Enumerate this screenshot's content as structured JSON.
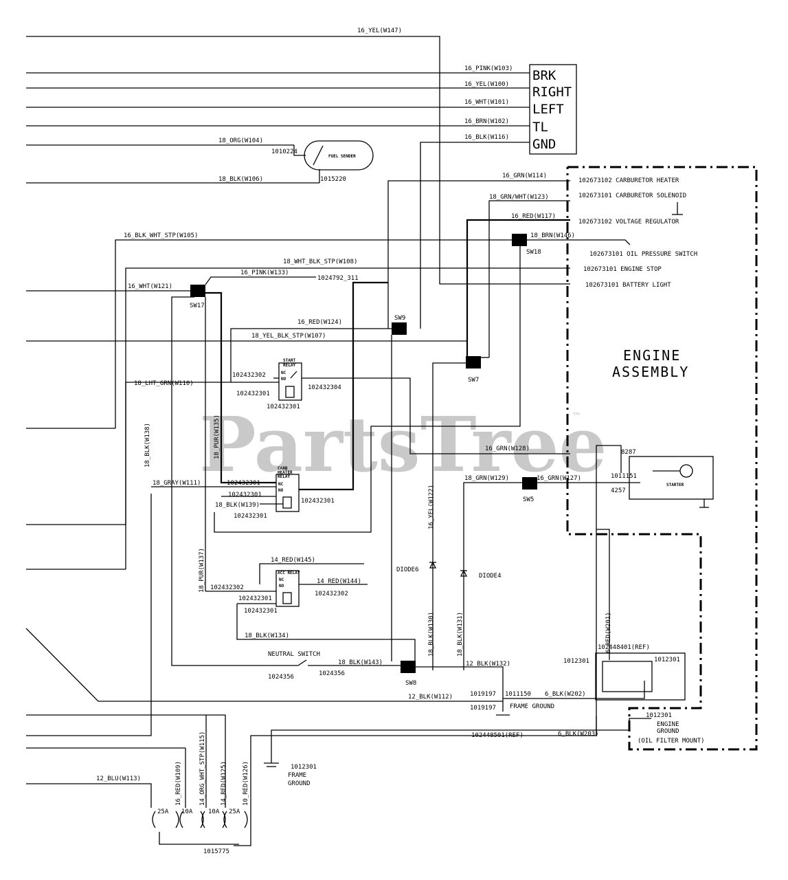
{
  "watermark": {
    "text": "PartsTree",
    "tm": "™"
  },
  "connector": {
    "labels": [
      "BRK",
      "RIGHT",
      "LEFT",
      "TL",
      "GND"
    ]
  },
  "engine_assembly": {
    "title_line1": "ENGINE",
    "title_line2": "ASSEMBLY",
    "items": [
      "102673102 CARBURETOR HEATER",
      "102673101 CARBURETOR SOLENOID",
      "102673102 VOLTAGE REGULATOR",
      "102673101 OIL PRESSURE SWITCH",
      "102673101  ENGINE STOP",
      "102673101 BATTERY LIGHT"
    ]
  },
  "wire_labels": {
    "w147": "16_YEL(W147)",
    "w103": "16_PINK(W103)",
    "w100": "16_YEL(W100)",
    "w101": "16_WHT(W101)",
    "w102": "16_BRN(W102)",
    "w116": "16_BLK(W116)",
    "w104": "18_ORG(W104)",
    "w106": "18_BLK(W106)",
    "w114": "16_GRN(W114)",
    "w123": "18_GRN/WHT(W123)",
    "w117": "16_RED(W117)",
    "w105": "16_BLK_WHT_STP(W105)",
    "w146": "18_BRN(W146)",
    "w108": "18_WHT_BLK_STP(W108)",
    "w121": "16_WHT(W121)",
    "w133": "16_PINK(W133)",
    "w124": "16_RED(W124)",
    "w107": "18_YEL_BLK_STP(W107)",
    "w110": "18_LHT_GRN(W110)",
    "w138": "18_BLK(W138)",
    "w135": "18_PUR(W135)",
    "w128": "16_GRN(W128)",
    "w129": "18_GRN(W129)",
    "w127": "16_GRN(W127)",
    "w111": "18_GRAY(W111)",
    "w139": "18_BLK(W139)",
    "w122": "16_YEL(W122)",
    "w137": "18_PUR(W137)",
    "w145": "14_RED(W145)",
    "w144": "14_RED(W144)",
    "w130": "18_BLK(W130)",
    "w131": "18_BLK(W131)",
    "w134": "18_BLK(W134)",
    "w143": "18_BLK(W143)",
    "w132": "12_BLK(W132)",
    "w112": "12_BLK(W112)",
    "w201": "6_RED(W201)",
    "w202": "6_BLK(W202)",
    "w203": "6_BLK(W203)",
    "w113": "12_BLU(W113)",
    "w109": "16_RED(W109)",
    "w115": "14_ORG_WHT_STP(W115)",
    "w125": "14_RED(W125)",
    "w126": "10_RED(W126)"
  },
  "switches": {
    "sw18": "SW18",
    "sw17": "SW17",
    "sw9": "SW9",
    "sw7": "SW7",
    "sw5": "SW5",
    "sw8": "SW8"
  },
  "parts": {
    "fuel_sender": "FUEL SENDER",
    "p1010224": "1010224",
    "p1015220": "1015220",
    "p1024792": "1024792_311",
    "start_relay_line1": "START",
    "start_relay_line2": "RELAY",
    "carb_relay_line1": "CARB",
    "carb_relay_line2": "HEATER",
    "carb_relay_line3": "RELAY",
    "acc_relay": "ACC RELAY",
    "nc": "NC",
    "no": "NO",
    "p102432302_a": "102432302",
    "p102432301_a": "102432301",
    "p102432304": "102432304",
    "p102432301_b": "102432301",
    "p102432301_c": "102432301",
    "p102432301_d": "102432301",
    "p102432301_e": "102432301",
    "p102432301_f": "102432301",
    "p102432301_g": "102432301",
    "p102432302_b": "102432302",
    "p102432302_c": "102432302",
    "p102432301_h": "102432301",
    "p102432301_i": "102432301",
    "diode6": "DIODE6",
    "diode4": "DIODE4",
    "neutral_switch": "NEUTRAL SWITCH",
    "p1024356_a": "1024356",
    "p1024356_b": "1024356",
    "p8287": "8287",
    "p1011151": "1011151",
    "p4257": "4257",
    "starter": "STARTER",
    "p102448401": "102448401(REF)",
    "p1012301_a": "1012301",
    "p1012301_b": "1012301",
    "p1019197_a": "1019197",
    "p1011150": "1011150",
    "p1019197_b": "1019197",
    "frame_ground": "FRAME GROUND",
    "p1012301_c": "1012301",
    "engine_ground_l1": "ENGINE",
    "engine_ground_l2": "GROUND",
    "engine_ground_l3": "(OIL FILTER MOUNT)",
    "p102448501": "102448501(REF)",
    "p1012301_d": "1012301",
    "frame_l1": "FRAME",
    "frame_l2": "GROUND",
    "fuse_25a_1": "25A",
    "fuse_10a_1": "10A",
    "fuse_10a_2": "10A",
    "fuse_25a_2": "25A",
    "p1015775": "1015775"
  }
}
